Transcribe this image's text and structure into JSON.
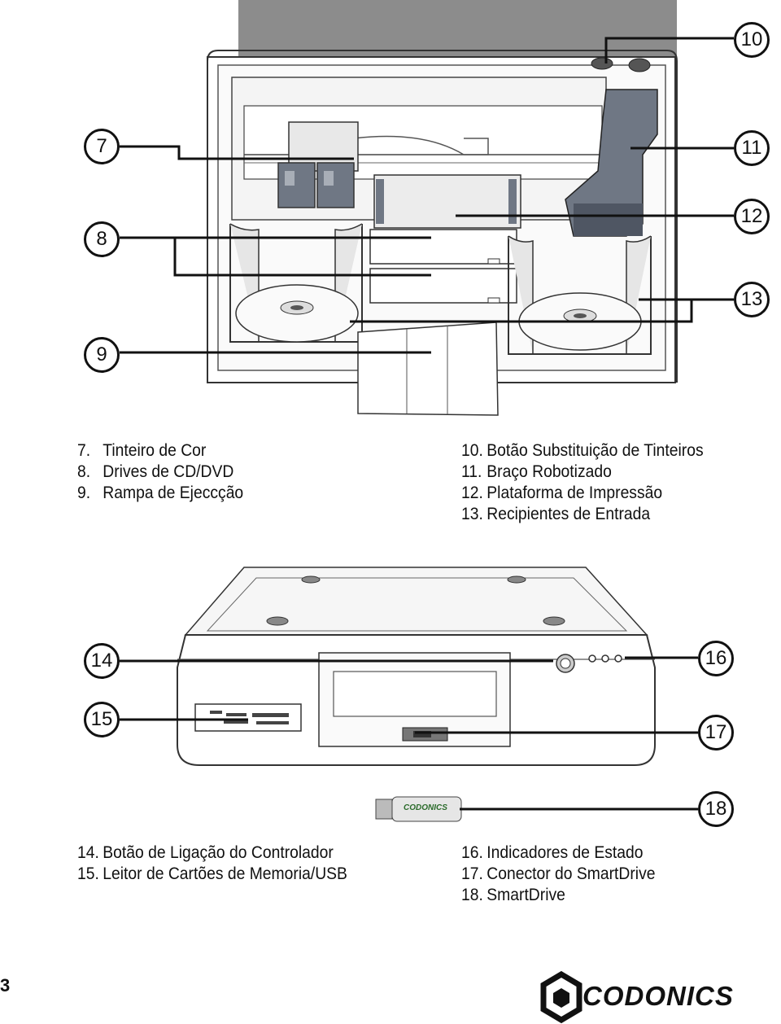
{
  "callouts": {
    "c7": "7",
    "c8": "8",
    "c9": "9",
    "c10": "10",
    "c11": "11",
    "c12": "12",
    "c13": "13",
    "c14": "14",
    "c15": "15",
    "c16": "16",
    "c17": "17",
    "c18": "18"
  },
  "legend_top_left": [
    {
      "num": "7.",
      "label": "Tinteiro de Cor"
    },
    {
      "num": "8.",
      "label": "Drives de CD/DVD"
    },
    {
      "num": "9.",
      "label": "Rampa de Ejeccção"
    }
  ],
  "legend_top_right": [
    {
      "num": "10.",
      "label": "Botão Substituição de Tinteiros"
    },
    {
      "num": "11.",
      "label": "Braço Robotizado"
    },
    {
      "num": "12.",
      "label": "Plataforma de Impressão"
    },
    {
      "num": "13.",
      "label": "Recipientes de Entrada"
    }
  ],
  "legend_bottom_left": [
    {
      "num": "14.",
      "label": "Botão de Ligação do Controlador"
    },
    {
      "num": "15.",
      "label": "Leitor de Cartões de Memoria/USB"
    }
  ],
  "legend_bottom_right": [
    {
      "num": "16.",
      "label": "Indicadores de Estado"
    },
    {
      "num": "17.",
      "label": "Conector do SmartDrive"
    },
    {
      "num": "18.",
      "label": "SmartDrive"
    }
  ],
  "smartdrive_label": "CODONICS",
  "page_number": "3",
  "brand": "CODONICS",
  "colors": {
    "ink": "#111111",
    "gray": "#8a8a8a",
    "cartridge": "#6f7784",
    "drive_green": "#2a6b2a"
  }
}
